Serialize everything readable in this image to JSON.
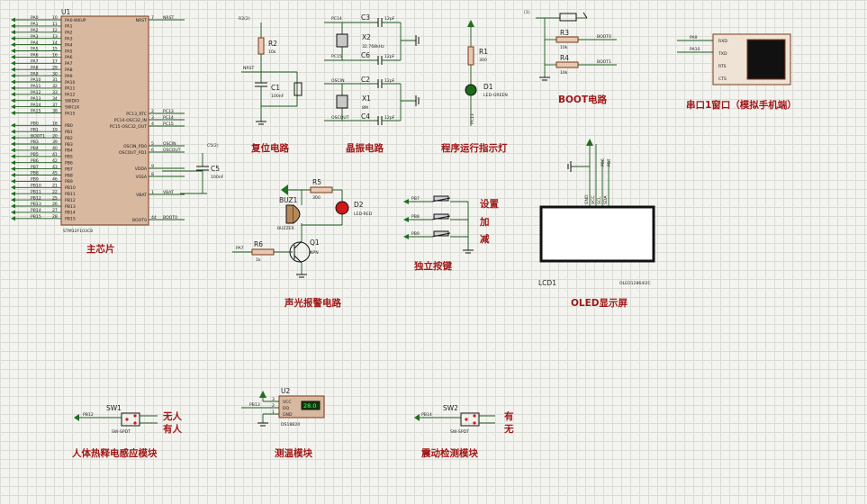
{
  "titles": {
    "mcu": "主芯片",
    "reset": "复位电路",
    "crystal": "晶振电路",
    "led_run": "程序运行指示灯",
    "boot": "BOOT电路",
    "uart": "串口1窗口（模拟手机端）",
    "alarm": "声光报警电路",
    "keys": "独立按键",
    "oled": "OLED显示屏",
    "pir": "人体热释电感应模块",
    "temp": "测温模块",
    "vibration": "震动检测模块"
  },
  "mcu": {
    "ref": "U1",
    "part": "STM32F103C8",
    "left_nets": [
      "PA0",
      "PA1",
      "PA2",
      "PA3",
      "PA4",
      "PA5",
      "PA6",
      "PA7",
      "PA8",
      "PA9",
      "PA10",
      "PA11",
      "PA12",
      "PA13",
      "PA14",
      "PA15",
      "",
      "PB0",
      "PB1",
      "BOOT1",
      "PB3",
      "PB4",
      "PB5",
      "PB6",
      "PB7",
      "PB8",
      "PB9",
      "PB10",
      "PB11",
      "PB12",
      "PB13",
      "PB14",
      "PB15"
    ],
    "left_nums": [
      "10",
      "11",
      "12",
      "13",
      "14",
      "15",
      "16",
      "17",
      "29",
      "30",
      "31",
      "32",
      "33",
      "34",
      "37",
      "38",
      "",
      "18",
      "19",
      "20",
      "39",
      "40",
      "41",
      "42",
      "43",
      "45",
      "46",
      "21",
      "22",
      "25",
      "26",
      "27",
      "28"
    ],
    "left_pins": [
      "PA0-WKUP",
      "PA1",
      "PA2",
      "PA3",
      "PA4",
      "PA5",
      "PA6",
      "PA7",
      "PA8",
      "PA9",
      "PA10",
      "PA11",
      "PA12",
      "SWDIO",
      "SWCLK",
      "PA15",
      "",
      "PB0",
      "PB1",
      "PB2",
      "PB3",
      "PB4",
      "PB5",
      "PB6",
      "PB7",
      "PB8",
      "PB9",
      "PB10",
      "PB11",
      "PB12",
      "PB13",
      "PB14",
      "PB15"
    ],
    "right_pins": [
      {
        "name": "NRST",
        "num": "7",
        "net": "NRST"
      },
      {
        "name": "PC13_RTC",
        "num": "2",
        "net": "PC13"
      },
      {
        "name": "PC14-OSC32_IN",
        "num": "3",
        "net": "PC14"
      },
      {
        "name": "PC15-OSC32_OUT",
        "num": "4",
        "net": "PC15"
      },
      {
        "name": "OSCIN_PD0",
        "num": "5",
        "net": "OSCIN"
      },
      {
        "name": "OSCOUT_PD1",
        "num": "6",
        "net": "OSCOUT"
      },
      {
        "name": "VDDA",
        "num": "9",
        "net": ""
      },
      {
        "name": "VSSA",
        "num": "8",
        "net": ""
      },
      {
        "name": "VBAT",
        "num": "1",
        "net": "VBAT"
      },
      {
        "name": "BOOT0",
        "num": "44",
        "net": "BOOT0"
      }
    ],
    "c5": {
      "ref": "C5",
      "value": "100nF",
      "net": "C5(2)"
    }
  },
  "reset": {
    "net_in": "R2(2)",
    "r_ref": "R2",
    "r_val": "10k",
    "net": "NRST",
    "c_ref": "C1",
    "c_val": "100nF"
  },
  "crystal": {
    "c3": "C3",
    "c3v": "12pF",
    "c6": "C6",
    "c6v": "12pF",
    "x2": "X2",
    "x2v": "32.768kHz",
    "c2": "C2",
    "c2v": "12pF",
    "c4": "C4",
    "c4v": "12pF",
    "x1": "X1",
    "x1v": "8M",
    "n1": "PC14",
    "n2": "PC15",
    "n3": "OSCIN",
    "n4": "OSCOUT"
  },
  "led_run": {
    "r_ref": "R1",
    "r_val": "300",
    "d_ref": "D1",
    "d_val": "LED-GREEN",
    "net": "PC13"
  },
  "boot": {
    "net_in": "(1)",
    "r3": "R3",
    "r3v": "10k",
    "r4": "R4",
    "r4v": "10k",
    "n1": "BOOT0",
    "n2": "BOOT1"
  },
  "uart": {
    "pins": [
      "RXD",
      "TXD",
      "RTS",
      "CTS"
    ],
    "nets": [
      "PA9",
      "PA10"
    ]
  },
  "alarm": {
    "buz": "BUZ1",
    "buz_val": "BUZZER",
    "r5": "R5",
    "r5v": "300",
    "d2": "D2",
    "d2v": "LED-RED",
    "r6": "R6",
    "r6v": "1k",
    "q1": "Q1",
    "q1v": "NPN",
    "net": "PA7"
  },
  "keys": {
    "nets": [
      "PB7",
      "PB8",
      "PB9"
    ],
    "labels": [
      "设置",
      "加",
      "减"
    ]
  },
  "oled": {
    "ref": "LCD1",
    "part": "OLED12864I2C",
    "pins": [
      "GND",
      "VCC",
      "SCL",
      "SDA"
    ],
    "nets": [
      "PB6",
      "PB7"
    ]
  },
  "pir": {
    "ref": "SW1",
    "part": "SW-SPDT",
    "net": "PB12",
    "state_on": "无人",
    "state_off": "有人"
  },
  "temp": {
    "ref": "U2",
    "part": "DS18B20",
    "pins": [
      "VCC",
      "DQ",
      "GND"
    ],
    "nums": [
      "3",
      "2",
      "1"
    ],
    "net": "PB13",
    "reading": "28.0"
  },
  "vibration": {
    "ref": "SW2",
    "part": "SW-SPDT",
    "net": "PB14",
    "state_on": "有",
    "state_off": "无"
  }
}
